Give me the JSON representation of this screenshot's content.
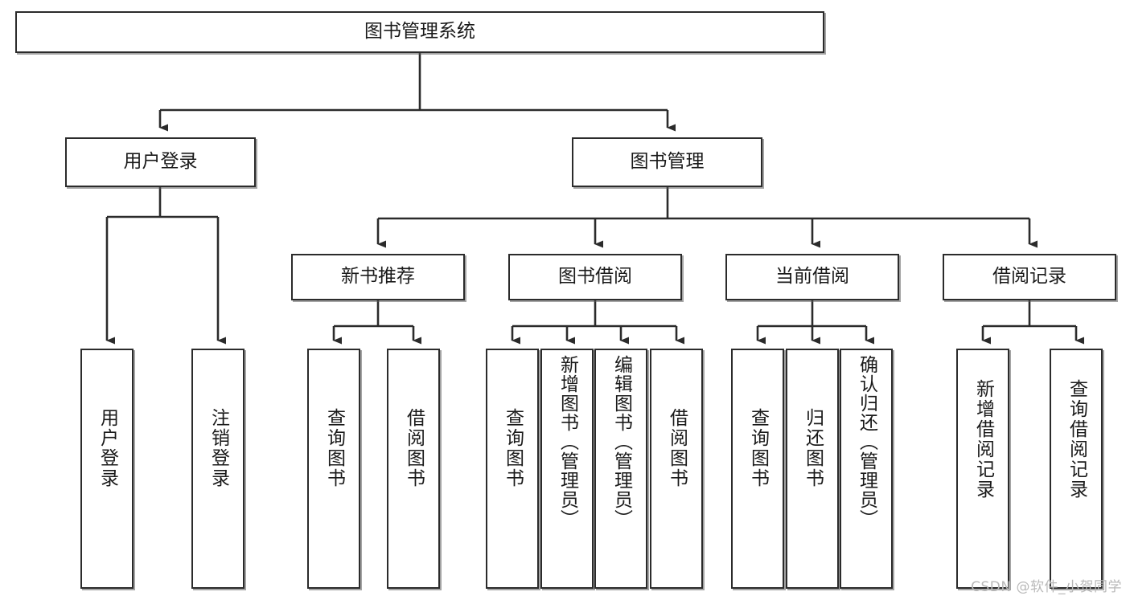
{
  "diagram": {
    "title": "图书管理系统",
    "type": "tree-hierarchy-diagram",
    "root": {
      "id": "root",
      "label": "图书管理系统"
    },
    "level2": [
      {
        "id": "user-login",
        "label": "用户登录"
      },
      {
        "id": "book-manage",
        "label": "图书管理"
      }
    ],
    "level3": [
      {
        "id": "new-book-rec",
        "label": "新书推荐"
      },
      {
        "id": "book-borrow",
        "label": "图书借阅"
      },
      {
        "id": "current-borrow",
        "label": "当前借阅"
      },
      {
        "id": "borrow-record",
        "label": "借阅记录"
      }
    ],
    "leaves": [
      {
        "id": "leaf-user-login",
        "label": "用户登录",
        "parent": "user-login"
      },
      {
        "id": "leaf-user-logout",
        "label": "注销登录",
        "parent": "user-login"
      },
      {
        "id": "leaf-query-book-1",
        "label": "查询图书",
        "parent": "new-book-rec"
      },
      {
        "id": "leaf-borrow-book-1",
        "label": "借阅图书",
        "parent": "new-book-rec"
      },
      {
        "id": "leaf-query-book-2",
        "label": "查询图书",
        "parent": "book-borrow"
      },
      {
        "id": "leaf-add-book",
        "label": "新增图书（管理员）",
        "parent": "book-borrow"
      },
      {
        "id": "leaf-edit-book",
        "label": "编辑图书（管理员）",
        "parent": "book-borrow"
      },
      {
        "id": "leaf-borrow-book-2",
        "label": "借阅图书",
        "parent": "book-borrow"
      },
      {
        "id": "leaf-query-book-3",
        "label": "查询图书",
        "parent": "current-borrow"
      },
      {
        "id": "leaf-return-book",
        "label": "归还图书",
        "parent": "current-borrow"
      },
      {
        "id": "leaf-confirm-return",
        "label": "确认归还（管理员）",
        "parent": "current-borrow"
      },
      {
        "id": "leaf-add-record",
        "label": "新增借阅记录",
        "parent": "borrow-record"
      },
      {
        "id": "leaf-query-record",
        "label": "查询借阅记录",
        "parent": "borrow-record"
      }
    ]
  },
  "watermark": {
    "text": "CSDN @软件_小贺同学"
  },
  "colors": {
    "border": "#2b2b2b",
    "background": "#ffffff",
    "text": "#1a1a1a",
    "watermark": "#b9b9b9"
  }
}
